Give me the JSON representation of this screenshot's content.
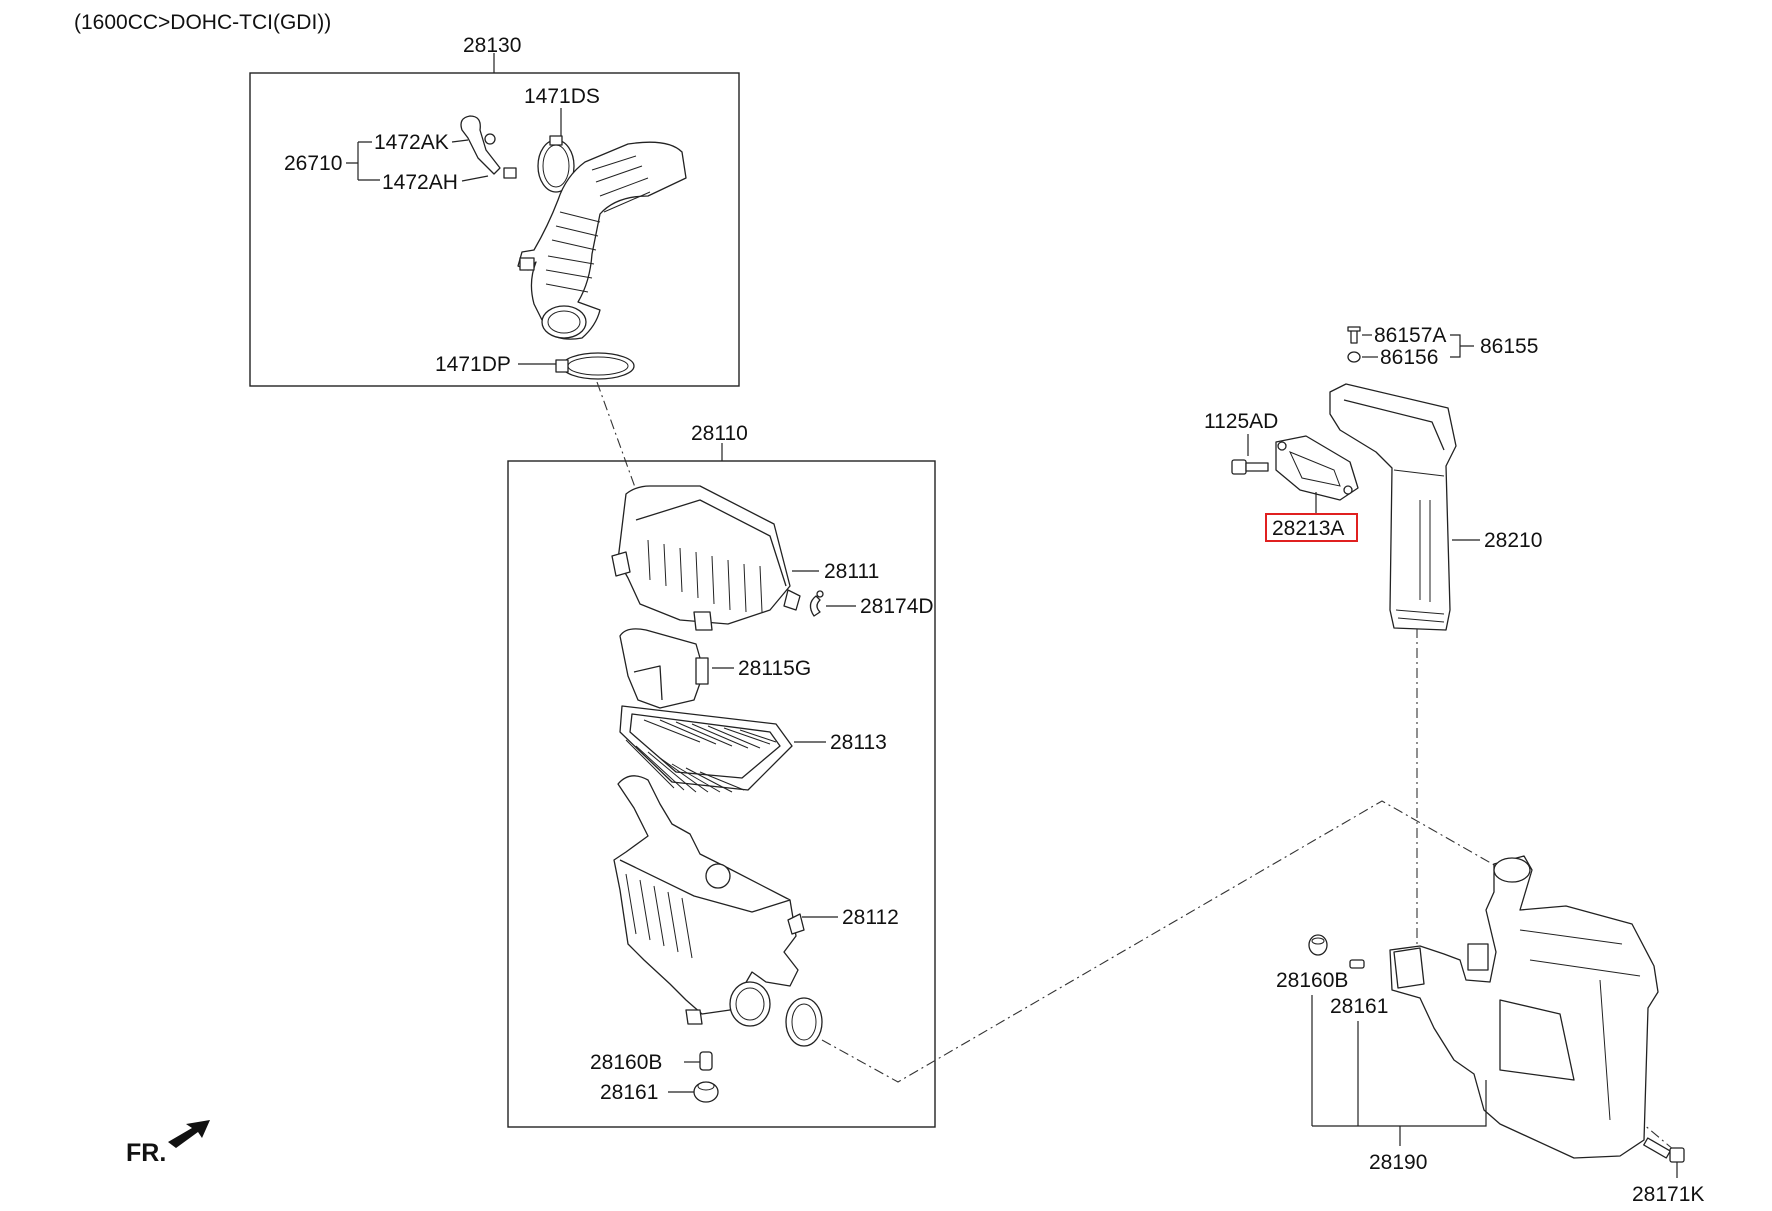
{
  "header": {
    "title": "(1600CC>DOHC-TCI(GDI))"
  },
  "orientation_marker": "FR.",
  "highlighted_part": "28213A",
  "colors": {
    "line": "#222222",
    "highlight": "#e02020",
    "background": "#ffffff"
  },
  "groups": {
    "g28130": "28130",
    "g28110": "28110"
  },
  "labels": {
    "l1471DS": "1471DS",
    "l1472AK": "1472AK",
    "l26710": "26710",
    "l1472AH": "1472AH",
    "l1471DP": "1471DP",
    "l28111": "28111",
    "l28174D": "28174D",
    "l28115G": "28115G",
    "l28113": "28113",
    "l28112": "28112",
    "l28160B_left": "28160B",
    "l28161_left": "28161",
    "l86157A": "86157A",
    "l86155": "86155",
    "l86156": "86156",
    "l1125AD": "1125AD",
    "l28213A": "28213A",
    "l28210": "28210",
    "l28160B_right": "28160B",
    "l28161_right": "28161",
    "l28190": "28190",
    "l28171K": "28171K"
  }
}
